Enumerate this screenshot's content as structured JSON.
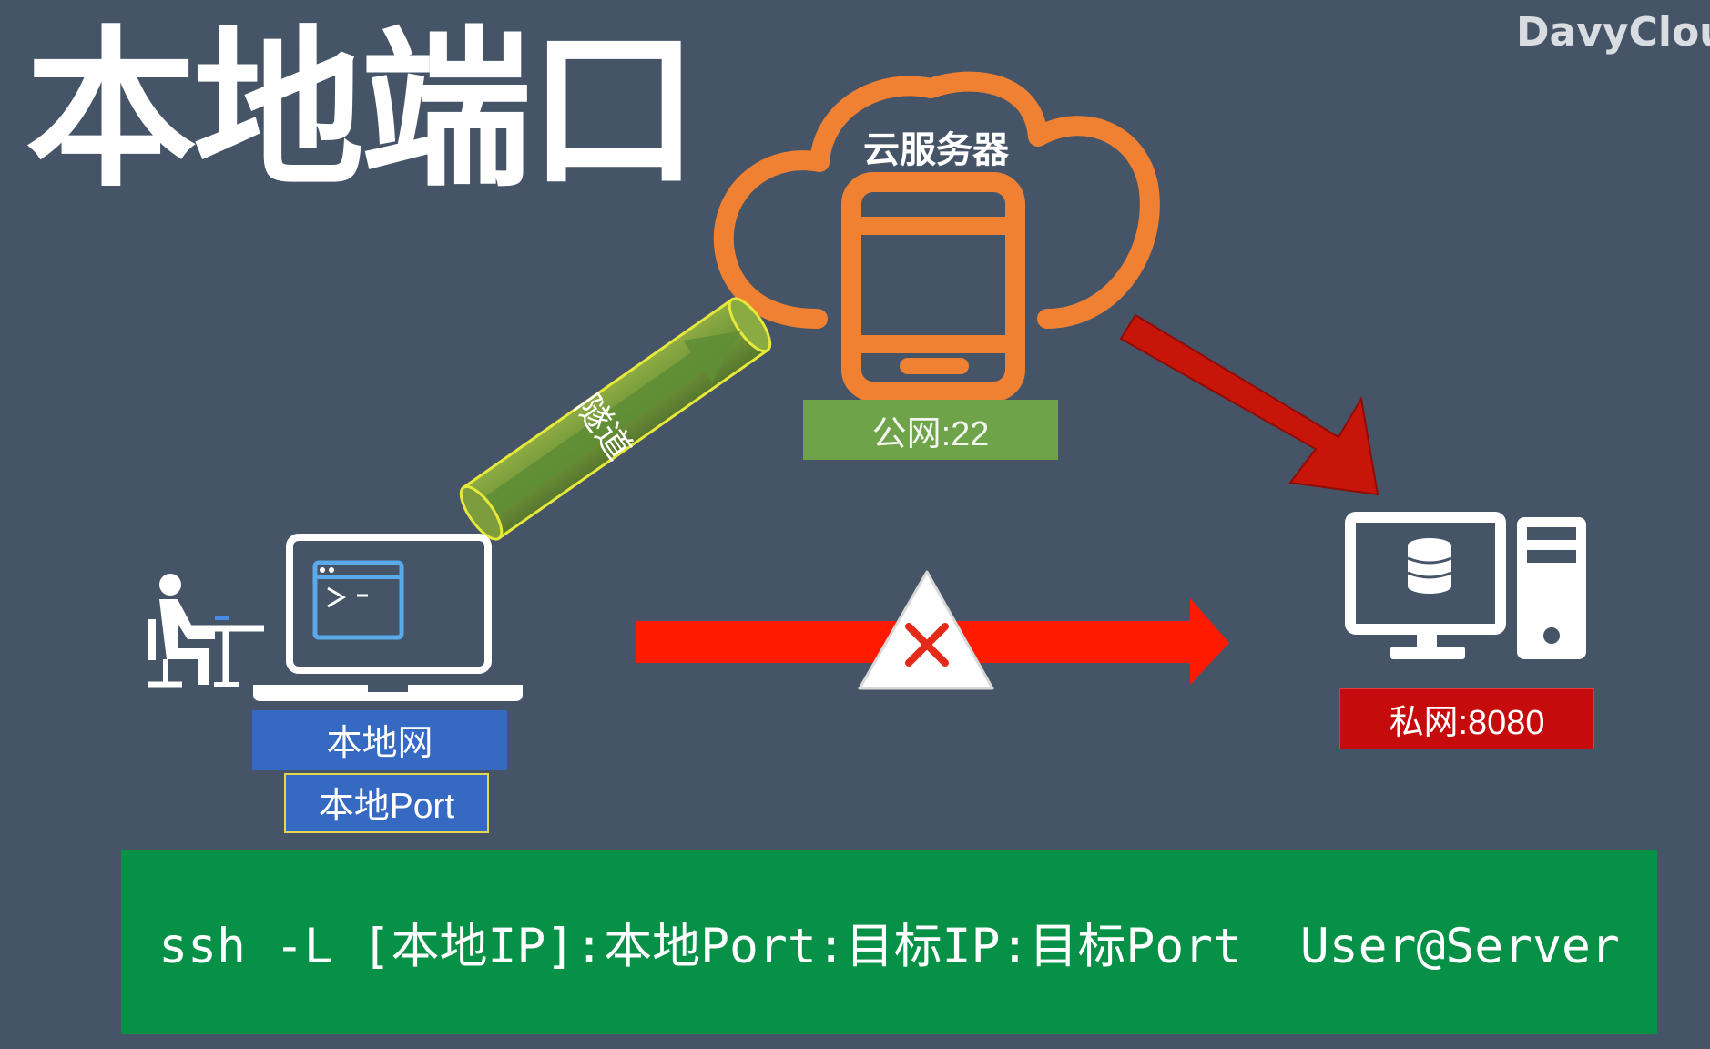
{
  "title": "本地端口",
  "brand": "DavyCloud",
  "cloud": {
    "label": "云服务器"
  },
  "tunnel": {
    "label": "隧道"
  },
  "labels": {
    "public": "公网:22",
    "private": "私网:8080",
    "local_network": "本地网",
    "local_port": "本地Port"
  },
  "command": "ssh -L [本地IP]:本地Port:目标IP:目标Port  User@Server",
  "colors": {
    "background": "#465468",
    "cloud_orange": "#f08132",
    "public_green": "#6fa34a",
    "private_red": "#c50b0b",
    "local_blue": "#3569c2",
    "command_green": "#069147",
    "arrow_red": "#ff1a00",
    "tunnel_yellow": "#e6e83a"
  },
  "icons": [
    "cloud-icon",
    "server-icon",
    "tunnel-icon",
    "desk-user-icon",
    "laptop-terminal-icon",
    "block-warning-icon",
    "database-computer-icon"
  ]
}
